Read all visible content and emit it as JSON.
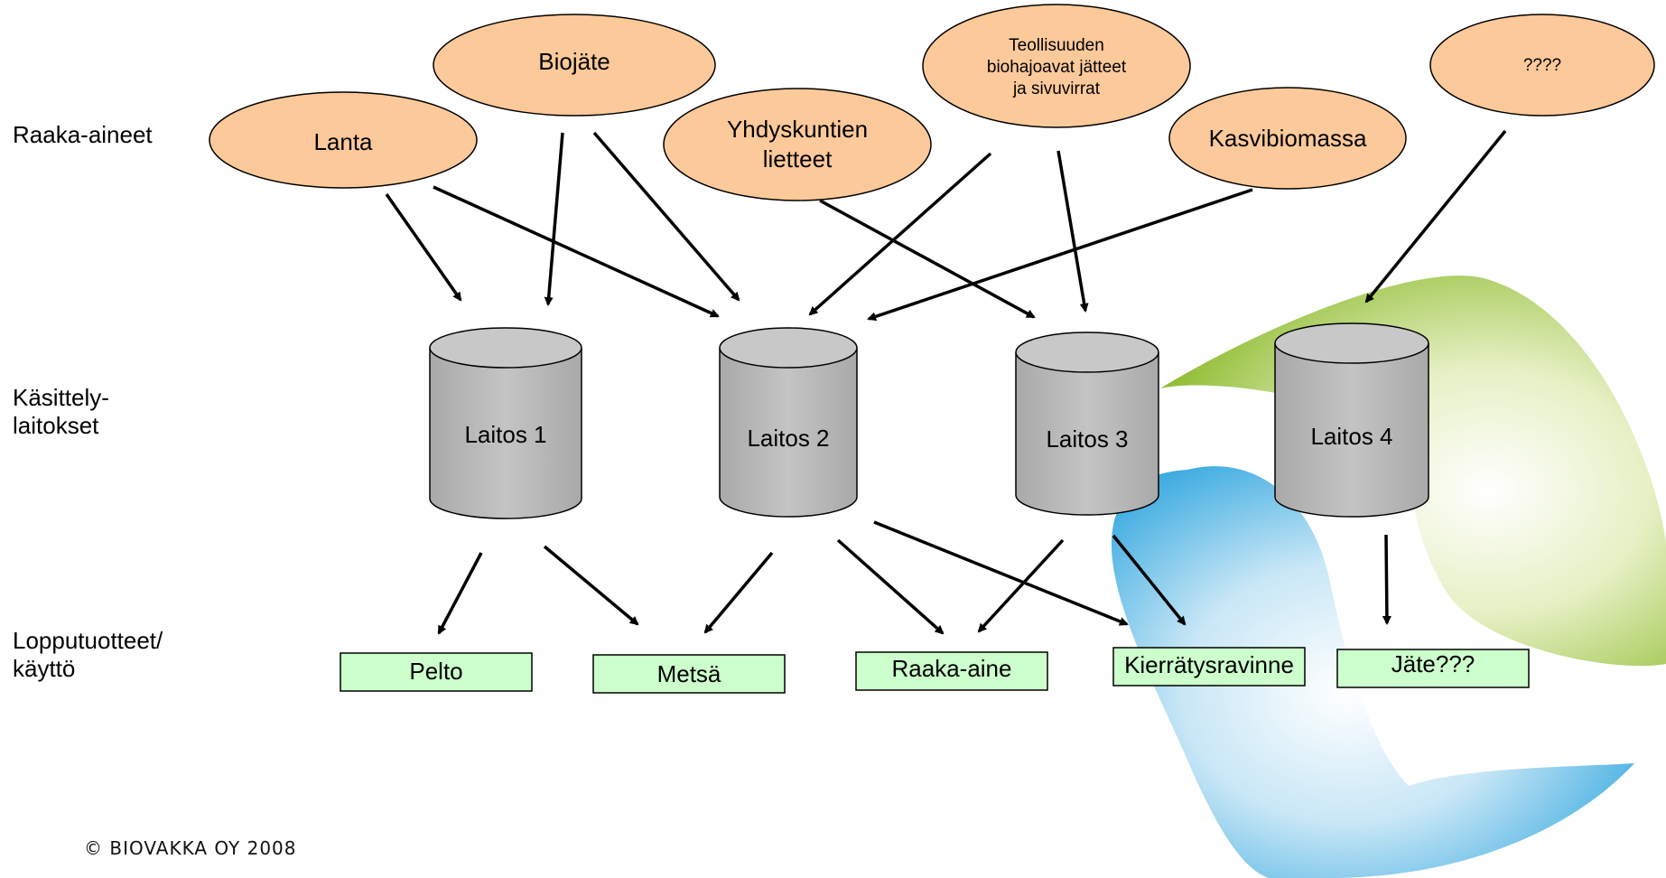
{
  "row_labels": {
    "raw_materials": "Raaka-aineet",
    "processing_line1": "Käsittely-",
    "processing_line2": "laitokset",
    "products_line1": "Lopputuotteet/",
    "products_line2": "käyttö"
  },
  "sources": {
    "lanta": "Lanta",
    "biojate": "Biojäte",
    "yhdyskuntien_line1": "Yhdyskuntien",
    "yhdyskuntien_line2": "lietteet",
    "teollisuuden_line1": "Teollisuuden",
    "teollisuuden_line2": "biohajoavat jätteet",
    "teollisuuden_line3": "ja sivuvirrat",
    "kasvibiomassa": "Kasvibiomassa",
    "unknown": "????"
  },
  "plants": {
    "plant1": "Laitos 1",
    "plant2": "Laitos 2",
    "plant3": "Laitos 3",
    "plant4": "Laitos 4"
  },
  "products": {
    "pelto": "Pelto",
    "metsa": "Metsä",
    "raaka_aine": "Raaka-aine",
    "kierratysravinne": "Kierrätysravinne",
    "jate": "Jäte???"
  },
  "footer": {
    "copyright": "© BIOVAKKA OY 2008"
  },
  "colors": {
    "source_fill": "#fcc99a",
    "plant_fill": "#c0c0c0",
    "product_fill": "#ccffcc",
    "logo_green": "#99c23a",
    "logo_blue": "#2aa8e0"
  }
}
